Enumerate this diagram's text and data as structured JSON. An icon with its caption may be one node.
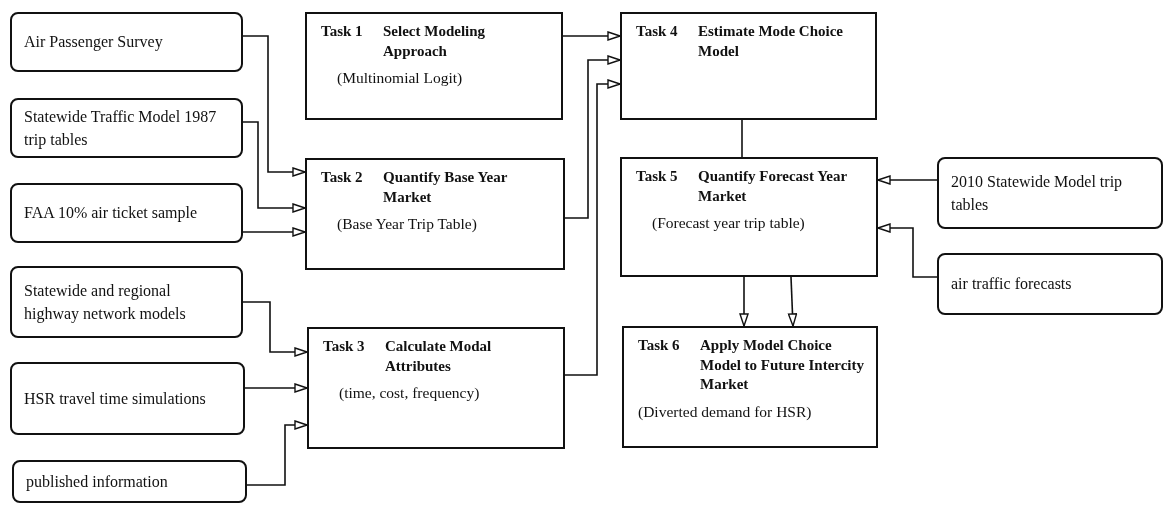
{
  "diagram": {
    "nodes": [
      {
        "text": [
          "Air Passenger Survey"
        ]
      },
      {
        "text": [
          "Statewide Traffic Model 1987 trip tables"
        ]
      },
      {
        "text": [
          "FAA 10% air ticket sample"
        ]
      },
      {
        "text": [
          "Statewide and regional highway network models"
        ]
      },
      {
        "text": [
          "HSR travel time simulations"
        ]
      },
      {
        "text": [
          "published information"
        ]
      },
      {
        "text": [
          "Task 1",
          "Select Modeling Approach",
          "(Multinomial Logit)"
        ]
      },
      {
        "text": [
          "Task 2",
          "Quantify Base Year Market",
          "(Base Year Trip Table)"
        ]
      },
      {
        "text": [
          "Task 3",
          "Calculate Modal Attributes",
          "(time, cost, frequency)"
        ]
      },
      {
        "text": [
          "Task 4",
          "Estimate Mode Choice Model"
        ]
      },
      {
        "text": [
          "Task 5",
          "Quantify Forecast Year Market",
          "(Forecast year trip table)"
        ]
      },
      {
        "text": [
          "Task 6",
          "Apply Model Choice Model to Future Intercity Market",
          "(Diverted demand for HSR)"
        ]
      },
      {
        "text": [
          "2010 Statewide Model trip tables"
        ]
      },
      {
        "text": [
          "air traffic forecasts"
        ]
      }
    ],
    "edges": [
      {
        "from": 0,
        "to": 7,
        "arrow": "to"
      },
      {
        "from": 1,
        "to": 7,
        "arrow": "to"
      },
      {
        "from": 2,
        "to": 7,
        "arrow": "to"
      },
      {
        "from": 3,
        "to": 8,
        "arrow": "to"
      },
      {
        "from": 4,
        "to": 8,
        "arrow": "to"
      },
      {
        "from": 5,
        "to": 8,
        "arrow": "to"
      },
      {
        "from": 6,
        "to": 9,
        "arrow": "to"
      },
      {
        "from": 7,
        "to": 9,
        "arrow": "to"
      },
      {
        "from": 8,
        "to": 9,
        "arrow": "to"
      },
      {
        "from": 9,
        "to": 10,
        "arrow": "none"
      },
      {
        "from": 10,
        "to": 11,
        "arrow": "to"
      },
      {
        "from": 10,
        "to": 11,
        "arrow": "to"
      },
      {
        "from": 12,
        "to": 10,
        "arrow": "to"
      },
      {
        "from": 13,
        "to": 10,
        "arrow": "to"
      }
    ]
  }
}
